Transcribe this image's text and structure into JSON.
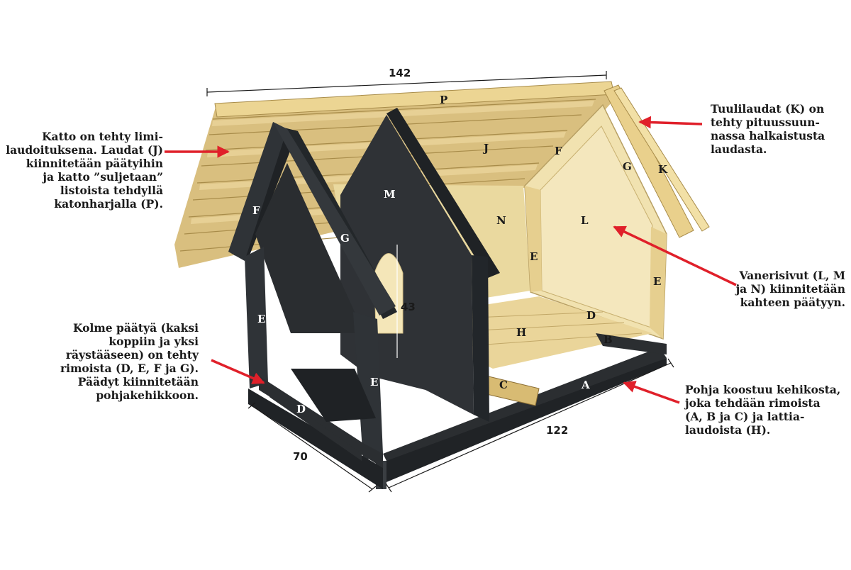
{
  "dimensions": {
    "length_top": "142",
    "length_base": "122",
    "width": "70",
    "door_height": "43"
  },
  "part_labels": {
    "P": "P",
    "J": "J",
    "K": "K",
    "M": "M",
    "N": "N",
    "L": "L",
    "F_front": "F",
    "F_back": "F",
    "G_front": "G",
    "G_back": "G",
    "E_front_left": "E",
    "E_front_right": "E",
    "E_back_left": "E",
    "E_back_right": "E",
    "D_front": "D",
    "D_back": "D",
    "H": "H",
    "B": "B",
    "A": "A",
    "C": "C"
  },
  "notes": {
    "roof": [
      "Katto on tehty limi-",
      "laudoituksena. Laudat (J)",
      "kiinnitetään päätyihin",
      "ja katto ”suljetaan”",
      "listoista tehdyllä",
      "katonharjalla (P)."
    ],
    "gables": [
      "Kolme päätyä (kaksi",
      "koppiin ja yksi",
      "räystääseen) on tehty",
      "rimoista (D, E, F ja G).",
      "Päädyt kiinnitetään",
      "pohjakehikkoon."
    ],
    "wind_boards": [
      "Tuulilaudat (K) on",
      "tehty pituussuun-",
      "nassa halkaistusta",
      "laudasta."
    ],
    "plywood": [
      "Vanerisivut (L, M",
      "ja N) kiinnitetään",
      "kahteen päätyyn."
    ],
    "base": [
      "Pohja koostuu kehikosta,",
      "joka tehdään rimoista",
      "(A, B ja C) ja lattia-",
      "laudoista (H)."
    ]
  },
  "colors": {
    "black_frame": "#2b2e31",
    "plywood": "#f1e2b0",
    "pine": "#e6cf8f",
    "arrow": "#e0202a"
  }
}
